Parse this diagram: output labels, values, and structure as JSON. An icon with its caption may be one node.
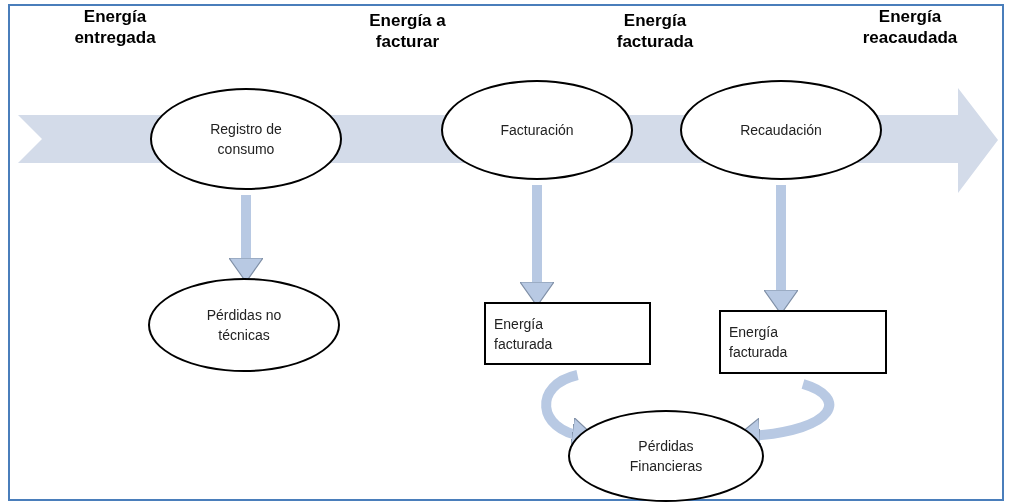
{
  "diagram": {
    "nodes": [
      {
        "text": [
          "Registro de consumo"
        ]
      },
      {
        "text": [
          "Facturación"
        ]
      },
      {
        "text": [
          "Recaudación"
        ]
      },
      {
        "text": [
          "Pérdidas no técnicas"
        ]
      },
      {
        "text": [
          "Energía facturada"
        ]
      },
      {
        "text": [
          "Energía facturada"
        ]
      },
      {
        "text": [
          "Pérdidas Financieras"
        ]
      }
    ],
    "edges": [
      {
        "from": 0,
        "to": 3,
        "arrow": "to"
      },
      {
        "from": 1,
        "to": 4,
        "arrow": "to"
      },
      {
        "from": 2,
        "to": 5,
        "arrow": "to"
      },
      {
        "from": 4,
        "to": 6,
        "arrow": "to"
      },
      {
        "from": 5,
        "to": 6,
        "arrow": "to"
      }
    ],
    "labels": [
      "Energía entregada",
      "Energía a facturar",
      "Energía facturada",
      "Energía reacaudada"
    ]
  }
}
